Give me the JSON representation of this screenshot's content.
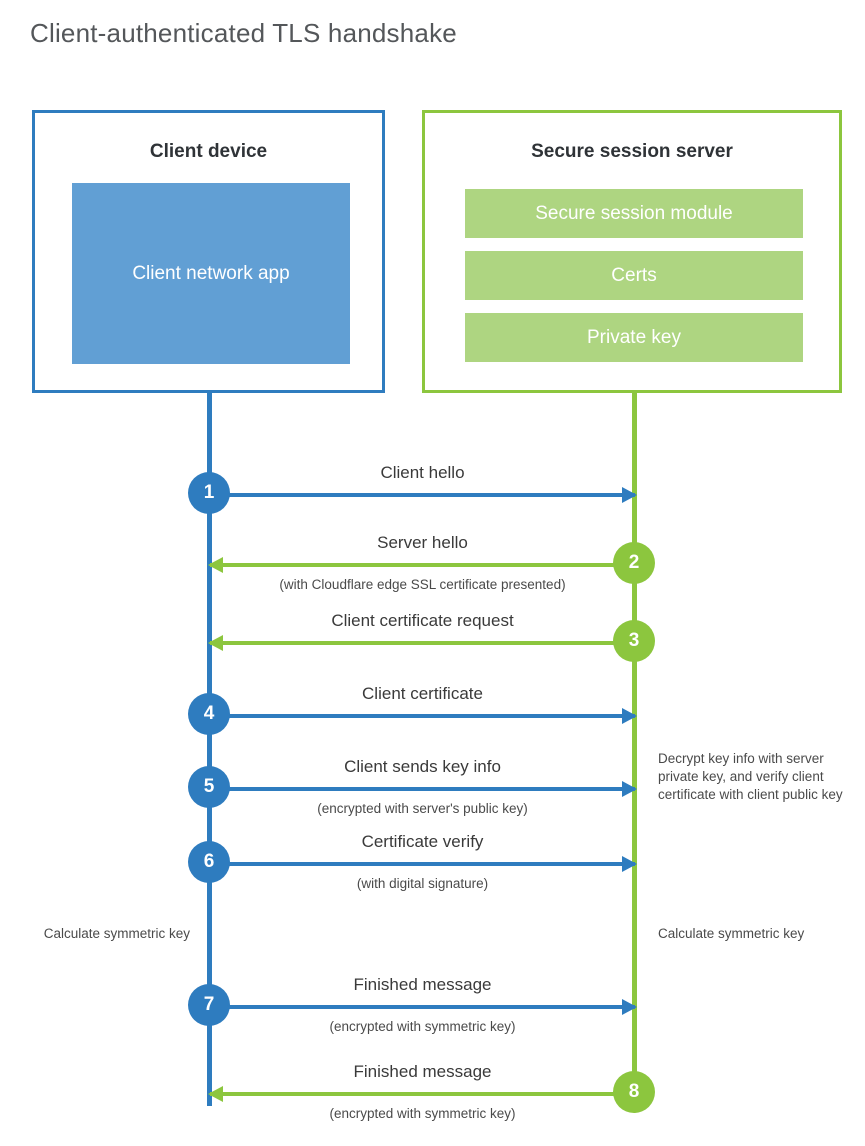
{
  "title": "Client-authenticated TLS handshake",
  "colors": {
    "client_blue": "#2e7cbf",
    "client_app_fill": "#619fd4",
    "server_green": "#8cc63e",
    "server_module_fill": "#aed581",
    "title_text": "#54575a",
    "body_text": "#3a3a3a",
    "background": "#ffffff"
  },
  "client": {
    "title": "Client device",
    "app_label": "Client network app"
  },
  "server": {
    "title": "Secure session server",
    "modules": [
      {
        "label": "Secure session module"
      },
      {
        "label": "Certs"
      },
      {
        "label": "Private key"
      }
    ]
  },
  "steps": [
    {
      "number": "1",
      "label": "Client hello",
      "sub": "",
      "direction": "client-to-server",
      "side": "client",
      "color": "blue"
    },
    {
      "number": "2",
      "label": "Server hello",
      "sub": "(with Cloudflare edge SSL certificate presented)",
      "direction": "server-to-client",
      "side": "server",
      "color": "green"
    },
    {
      "number": "3",
      "label": "Client certificate request",
      "sub": "",
      "direction": "server-to-client",
      "side": "server",
      "color": "green"
    },
    {
      "number": "4",
      "label": "Client certificate",
      "sub": "",
      "direction": "client-to-server",
      "side": "client",
      "color": "blue"
    },
    {
      "number": "5",
      "label": "Client sends key info",
      "sub": "(encrypted with server's public key)",
      "direction": "client-to-server",
      "side": "client",
      "color": "blue"
    },
    {
      "number": "6",
      "label": "Certificate verify",
      "sub": "(with digital signature)",
      "direction": "client-to-server",
      "side": "client",
      "color": "blue"
    },
    {
      "number": "7",
      "label": "Finished message",
      "sub": "(encrypted with symmetric key)",
      "direction": "client-to-server",
      "side": "client",
      "color": "blue"
    },
    {
      "number": "8",
      "label": "Finished message",
      "sub": "(encrypted with symmetric key)",
      "direction": "server-to-client",
      "side": "server",
      "color": "green"
    }
  ],
  "notes": {
    "server_decrypt": "Decrypt key info with server private key, and verify client certificate with client public key",
    "client_calculate": "Calculate symmetric key",
    "server_calculate": "Calculate symmetric key"
  }
}
